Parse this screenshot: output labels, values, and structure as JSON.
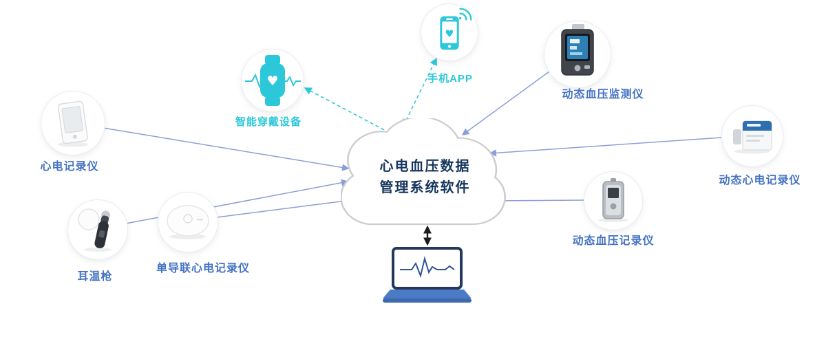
{
  "cloud": {
    "title_line1": "心电血压数据",
    "title_line2": "管理系统软件"
  },
  "devices": {
    "smartwatch": {
      "label": "智能穿戴设备"
    },
    "phone_app": {
      "label": "手机APP"
    },
    "ecg_recorder": {
      "label": "心电记录仪"
    },
    "ear_thermometer": {
      "label": "耳温枪"
    },
    "single_lead_ecg": {
      "label": "单导联心电记录仪"
    },
    "abpm_monitor": {
      "label": "动态血压监测仪"
    },
    "holter_recorder": {
      "label": "动态心电记录仪"
    },
    "bp_recorder": {
      "label": "动态血压记录仪"
    }
  },
  "colors": {
    "teal_accent": "#2CC8D9",
    "device_label_blue": "#4472C4",
    "connector_blue": "#8C9ED8",
    "cloud_text_navy": "#17365D",
    "laptop_blue": "#4A7BC4"
  }
}
